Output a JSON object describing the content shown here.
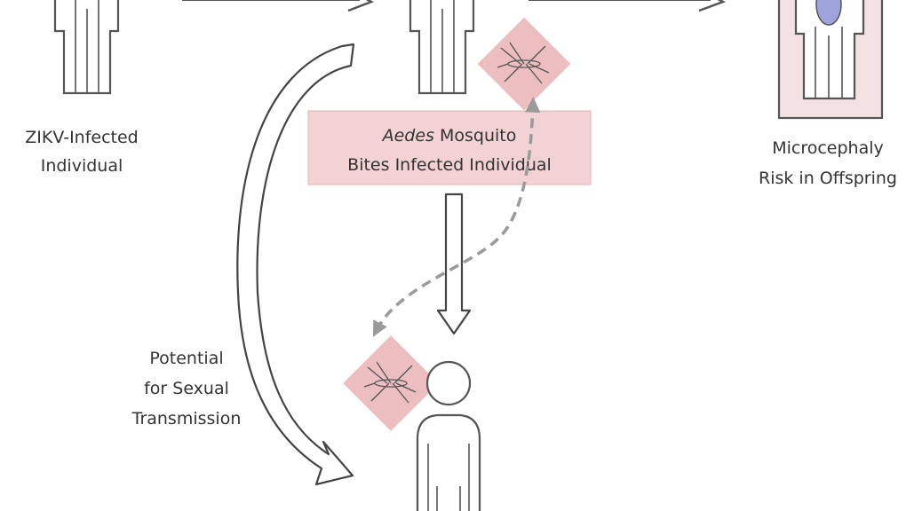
{
  "labels": {
    "infected_individual": [
      "ZIKV-Infected",
      "Individual"
    ],
    "mosquito_bite_italic": "Aedes",
    "mosquito_bite_rest": " Mosquito",
    "mosquito_bite_line2": "Bites Infected Individual",
    "microcephaly": [
      "Microcephaly",
      "Risk in Offspring"
    ],
    "sexual_transmission": [
      "Potential",
      "for Sexual",
      "Transmission"
    ]
  },
  "colors": {
    "label_box": "#f2d2d3",
    "label_box_border": "#e3b4b6",
    "mosquito_tile": "#ecbec0",
    "pregnant_frame": "#f3e1e2",
    "fetus": "#9ea3db",
    "dashed_arrow": "#9a9a9a",
    "stroke": "#555555"
  }
}
